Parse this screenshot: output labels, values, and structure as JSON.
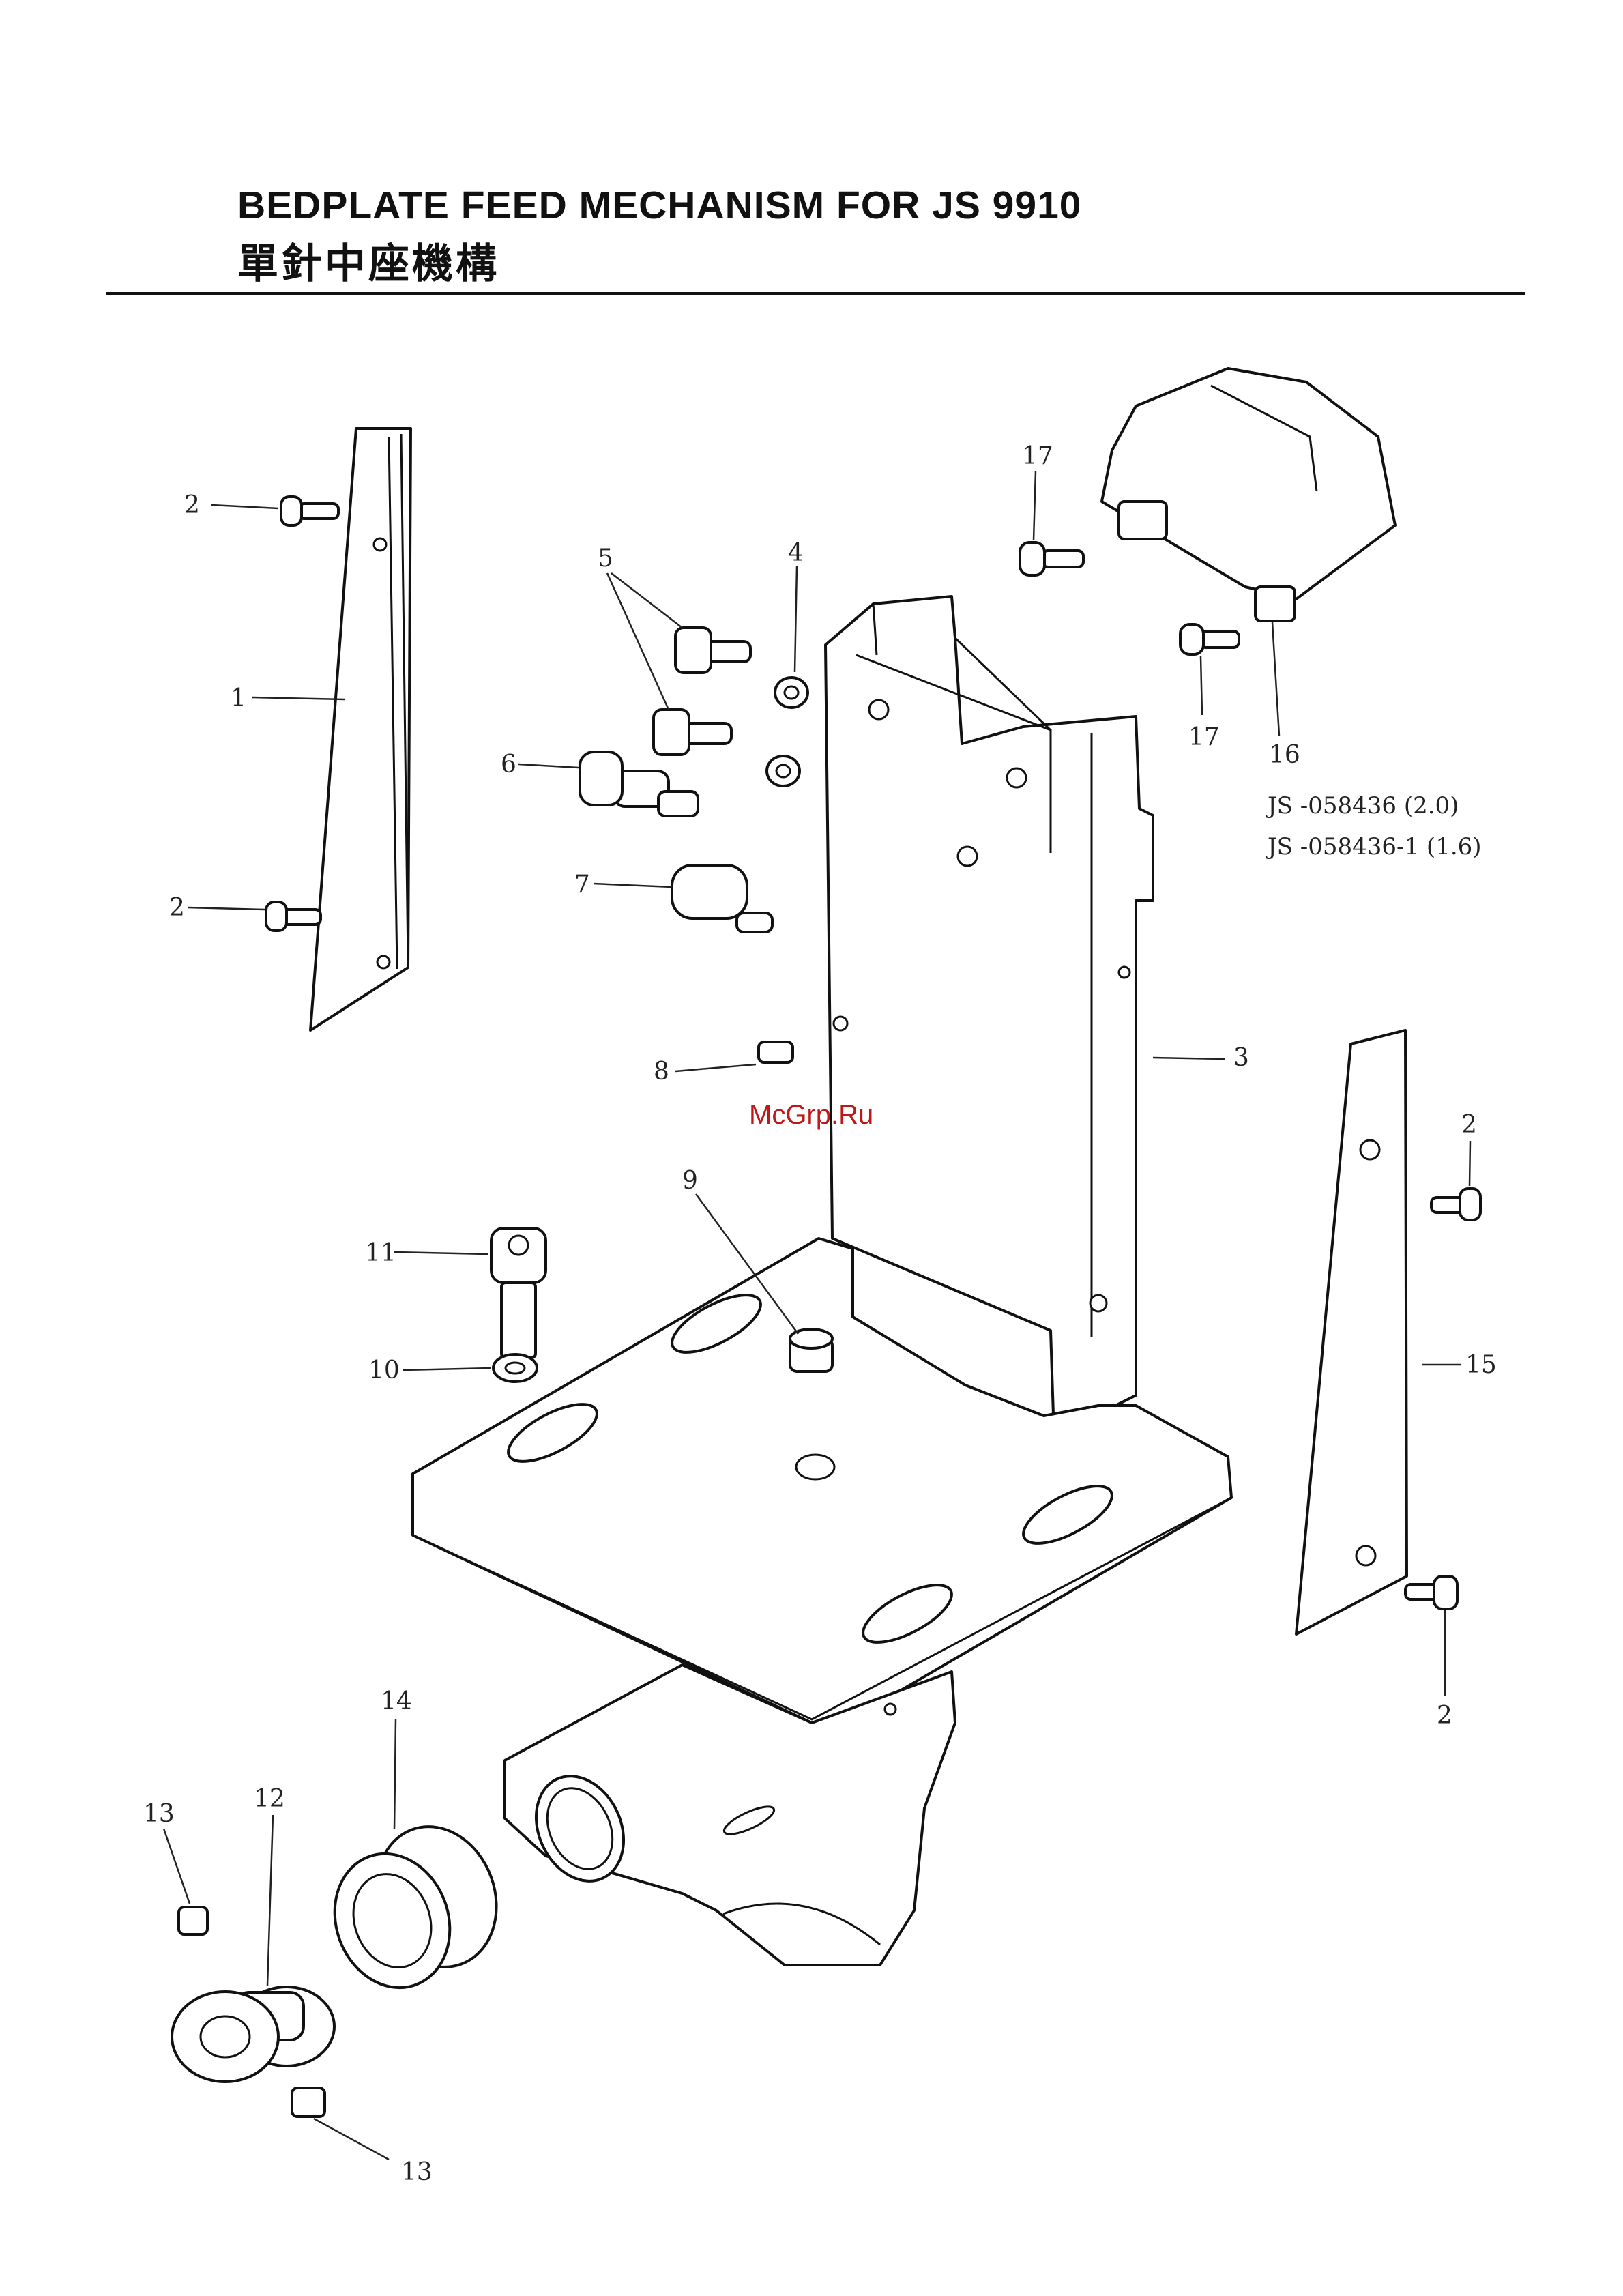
{
  "header": {
    "title": "BEDPLATE FEED MECHANISM FOR   JS 9910",
    "subtitle": "單針中座機構"
  },
  "watermark": "McGrp.Ru",
  "part_numbers": [
    "JS -058436 (2.0)",
    "JS -058436-1 (1.6)"
  ],
  "callouts": {
    "c1": "1",
    "c2a": "2",
    "c2b": "2",
    "c2c": "2",
    "c2d": "2",
    "c3": "3",
    "c4": "4",
    "c5": "5",
    "c6": "6",
    "c7": "7",
    "c8": "8",
    "c9": "9",
    "c10": "10",
    "c11": "11",
    "c12": "12",
    "c13a": "13",
    "c13b": "13",
    "c14": "14",
    "c15": "15",
    "c16": "16",
    "c17a": "17",
    "c17b": "17"
  }
}
